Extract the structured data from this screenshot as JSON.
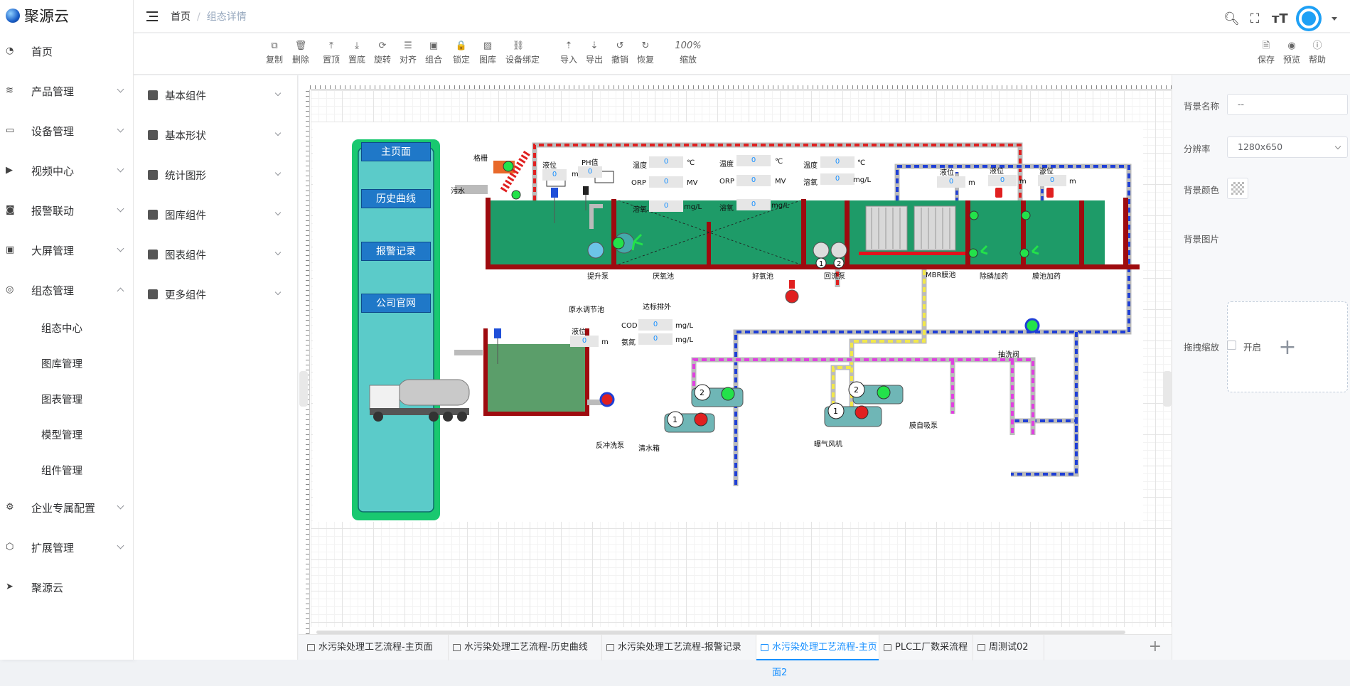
{
  "app": {
    "name": "聚源云"
  },
  "sidebar": {
    "items": [
      {
        "label": "首页",
        "icon": "dashboard-icon",
        "has_children": false
      },
      {
        "label": "产品管理",
        "icon": "product-icon",
        "has_children": true
      },
      {
        "label": "设备管理",
        "icon": "device-icon",
        "has_children": true
      },
      {
        "label": "视频中心",
        "icon": "camera-icon",
        "has_children": true
      },
      {
        "label": "报警联动",
        "icon": "alarm-icon",
        "has_children": true
      },
      {
        "label": "大屏管理",
        "icon": "screen-icon",
        "has_children": true
      },
      {
        "label": "组态管理",
        "icon": "scada-icon",
        "has_children": true,
        "expanded": true
      }
    ],
    "sub_items": [
      "组态中心",
      "图库管理",
      "图表管理",
      "模型管理",
      "组件管理"
    ],
    "bottom_items": [
      {
        "label": "企业专属配置",
        "icon": "enterprise-icon",
        "has_children": true
      },
      {
        "label": "扩展管理",
        "icon": "extension-icon",
        "has_children": true
      },
      {
        "label": "聚源云",
        "icon": "send-icon",
        "has_children": false
      }
    ]
  },
  "breadcrumb": {
    "home": "首页",
    "current": "组态详情"
  },
  "toolbar": {
    "left": [
      {
        "label": "复制",
        "icon": "copy-icon",
        "glyph": "⧉"
      },
      {
        "label": "删除",
        "icon": "trash-icon",
        "glyph": "🗑"
      },
      {
        "label": "置顶",
        "icon": "arrow-top-icon",
        "glyph": "⤒"
      },
      {
        "label": "置底",
        "icon": "arrow-bottom-icon",
        "glyph": "⤓"
      },
      {
        "label": "旋转",
        "icon": "rotate-icon",
        "glyph": "⟳"
      },
      {
        "label": "对齐",
        "icon": "align-icon",
        "glyph": "☰"
      },
      {
        "label": "组合",
        "icon": "group-icon",
        "glyph": "▣"
      },
      {
        "label": "锁定",
        "icon": "lock-icon",
        "glyph": "🔒"
      },
      {
        "label": "图库",
        "icon": "image-icon",
        "glyph": "▨"
      },
      {
        "label": "设备绑定",
        "icon": "link-icon",
        "glyph": "⛓"
      },
      {
        "label": "导入",
        "icon": "import-icon",
        "glyph": "⇡"
      },
      {
        "label": "导出",
        "icon": "export-icon",
        "glyph": "⇣"
      },
      {
        "label": "撤销",
        "icon": "undo-icon",
        "glyph": "↺"
      },
      {
        "label": "恢复",
        "icon": "redo-icon",
        "glyph": "↻"
      }
    ],
    "zoom": {
      "value": "100%",
      "label": "缩放"
    },
    "right": [
      {
        "label": "保存",
        "icon": "save-icon",
        "glyph": "🗎"
      },
      {
        "label": "预览",
        "icon": "eye-icon",
        "glyph": "◉"
      },
      {
        "label": "帮助",
        "icon": "help-icon",
        "glyph": "ⓘ"
      }
    ]
  },
  "component_panel": [
    {
      "label": "基本组件",
      "icon": "grid-icon"
    },
    {
      "label": "基本形状",
      "icon": "shapes-icon"
    },
    {
      "label": "统计图形",
      "icon": "bar-chart-icon"
    },
    {
      "label": "图库组件",
      "icon": "picture-icon"
    },
    {
      "label": "图表组件",
      "icon": "layers-icon"
    },
    {
      "label": "更多组件",
      "icon": "apps-icon"
    }
  ],
  "scene": {
    "nav_buttons": [
      "主页面",
      "历史曲线",
      "报警记录",
      "公司官网"
    ],
    "labels": {
      "grid_screen": "格栅",
      "sewage": "污水",
      "lift_pump": "提升泵",
      "anoxic_tank": "厌氧池",
      "aerobic_tank": "好氧池",
      "return_pump": "回流泵",
      "mbr_tank": "MBR膜池",
      "phos_removal": "除磷加药",
      "membrane_dosing": "膜池加药",
      "raw_water_tank": "原水调节池",
      "discharge": "达标排外",
      "clear_water_tank": "清水箱",
      "backwash_pump": "反冲洗泵",
      "aeration_blower": "曝气风机",
      "membrane_pump": "膜自吸泵",
      "backwash_valve": "抽洗阀"
    },
    "readings": {
      "level": "液位",
      "ph": "PH值",
      "temp": "温度",
      "orp": "ORP",
      "do": "溶氧",
      "cod": "COD",
      "nh3": "氨氮",
      "unit_m": "m",
      "unit_c": "℃",
      "unit_mv": "MV",
      "unit_mgl": "mg/L",
      "zero": "0"
    },
    "pump_numbers": [
      "1",
      "2"
    ]
  },
  "tabs": [
    {
      "label": "水污染处理工艺流程-主页面",
      "active": false
    },
    {
      "label": "水污染处理工艺流程-历史曲线",
      "active": false
    },
    {
      "label": "水污染处理工艺流程-报警记录",
      "active": false
    },
    {
      "label": "水污染处理工艺流程-主页面2",
      "active": true
    },
    {
      "label": "PLC工厂数采流程",
      "active": false
    },
    {
      "label": "周测试02",
      "active": false
    }
  ],
  "properties": {
    "bg_name_label": "背景名称",
    "bg_name_value": "--",
    "resolution_label": "分辨率",
    "resolution_value": "1280x650",
    "bg_color_label": "背景颜色",
    "bg_image_label": "背景图片",
    "drag_zoom_label": "拖拽缩放",
    "drag_zoom_option": "开启"
  },
  "colors": {
    "accent": "#1890ff",
    "pipe_red": "#e02020",
    "pipe_blue": "#1f3fd6",
    "pipe_yellow": "#f2e84a",
    "pipe_magenta": "#e040e0",
    "tank_green": "#1e9b68",
    "wall": "#9e0b0f",
    "nav_bg": "#5bcbc9",
    "nav_btn": "#1f78c8"
  }
}
